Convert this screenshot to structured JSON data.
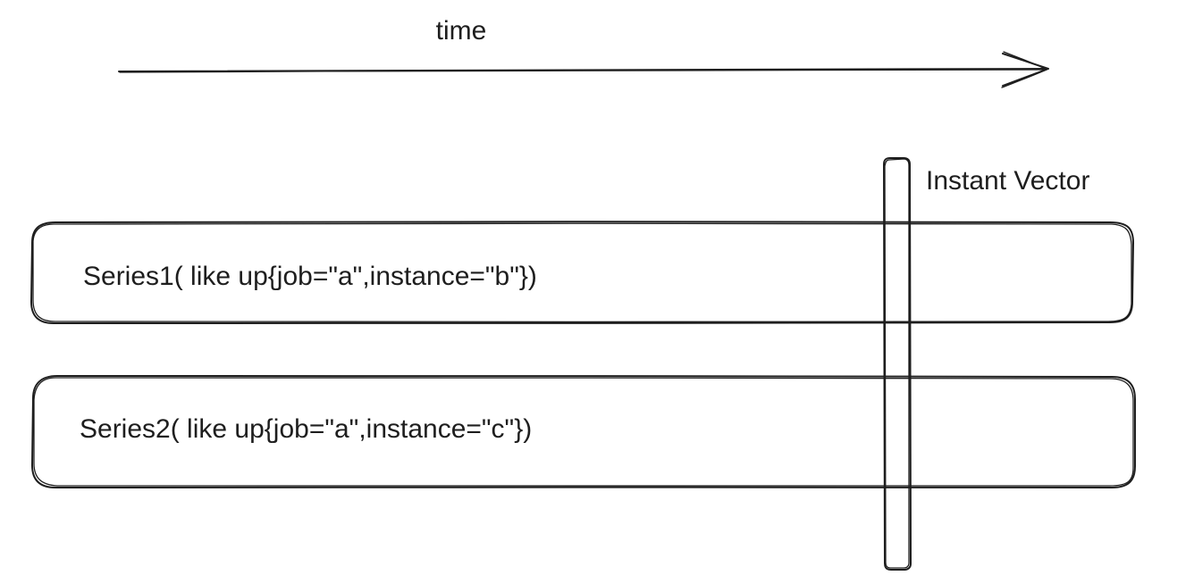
{
  "diagram": {
    "time_label": "time",
    "instant_vector_label": "Instant Vector",
    "series": [
      {
        "label": "Series1( like up{job=\"a\",instance=\"b\"})"
      },
      {
        "label": "Series2( like up{job=\"a\",instance=\"c\"})"
      }
    ],
    "stroke_color": "#1e1e1e",
    "background_color": "#ffffff"
  }
}
